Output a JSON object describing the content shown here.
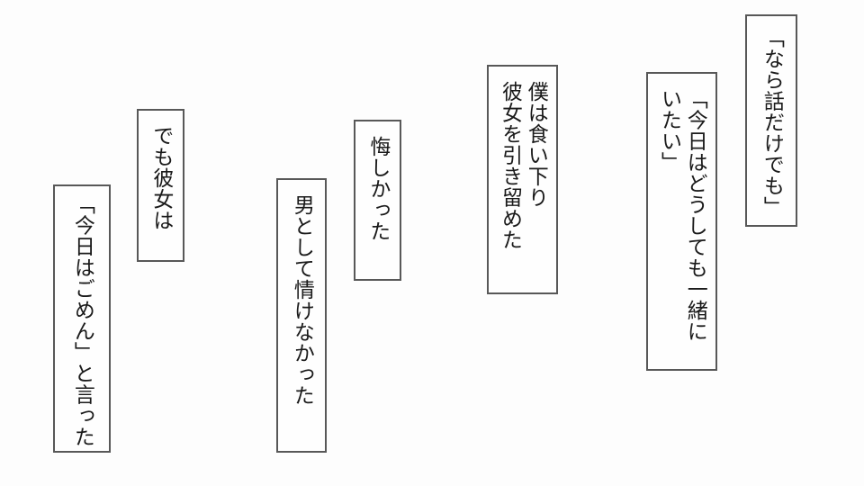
{
  "page": {
    "background_color": "#fdfdfd",
    "box_background_color": "#fefefe",
    "box_border_color": "#585858",
    "text_color": "#1a1a1a",
    "text_direction": "vertical-rl"
  },
  "boxes": [
    {
      "id": "nara-hanashi",
      "lines": [
        "「なら話だけでも」"
      ]
    },
    {
      "id": "kyou-issho",
      "lines": [
        "「今日はどうしても一緒に",
        "いたい」"
      ]
    },
    {
      "id": "boku-hikitome",
      "lines": [
        "僕は食い下り",
        "彼女を引き留めた"
      ]
    },
    {
      "id": "kuyashikatta",
      "lines": [
        "悔しかった"
      ]
    },
    {
      "id": "otoko-nasakenai",
      "lines": [
        "男として情けなかった"
      ]
    },
    {
      "id": "demo-kanojo",
      "lines": [
        "でも彼女は"
      ]
    },
    {
      "id": "kyou-gomen",
      "lines": [
        "「今日はごめん」と言った"
      ]
    }
  ]
}
